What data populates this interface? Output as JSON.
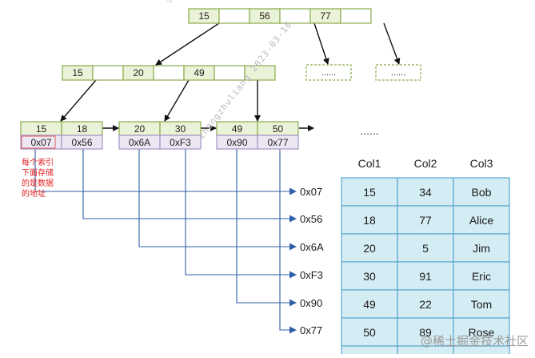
{
  "root_node": {
    "keys": [
      "15",
      "56",
      "77"
    ]
  },
  "root_children_placeholders": [
    "......",
    "......"
  ],
  "level2_node": {
    "keys": [
      "15",
      "20",
      "49"
    ]
  },
  "leaf_nodes": [
    {
      "keys": [
        "15",
        "18"
      ],
      "pointers": [
        "0x07",
        "0x56"
      ]
    },
    {
      "keys": [
        "20",
        "30"
      ],
      "pointers": [
        "0x6A",
        "0xF3"
      ]
    },
    {
      "keys": [
        "49",
        "50"
      ],
      "pointers": [
        "0x90",
        "0x77"
      ]
    }
  ],
  "leaf_continuation": "......",
  "annotation": [
    "每个索引",
    "下面存储",
    "的是数据",
    "的地址"
  ],
  "address_labels": [
    "0x07",
    "0x56",
    "0x6A",
    "0xF3",
    "0x90",
    "0x77"
  ],
  "table": {
    "headers": [
      "Col1",
      "Col2",
      "Col3"
    ],
    "rows": [
      [
        "15",
        "34",
        "Bob"
      ],
      [
        "18",
        "77",
        "Alice"
      ],
      [
        "20",
        "5",
        "Jim"
      ],
      [
        "30",
        "91",
        "Eric"
      ],
      [
        "49",
        "22",
        "Tom"
      ],
      [
        "50",
        "89",
        "Rose"
      ]
    ]
  },
  "watermark_text": "@稀土掘金技术社区",
  "diagonal_watermark": "zhangzhuliang 2023-03-10",
  "colors": {
    "key_fill": "#eaf2d7",
    "key_stroke": "#8aac4c",
    "ptr_fill": "#ece7f3",
    "ptr_stroke": "#a692c8",
    "line": "#2f5fa8",
    "table_fill": "#d4ecf4",
    "table_stroke": "#5aa6cf",
    "annotation": "#e02020"
  }
}
